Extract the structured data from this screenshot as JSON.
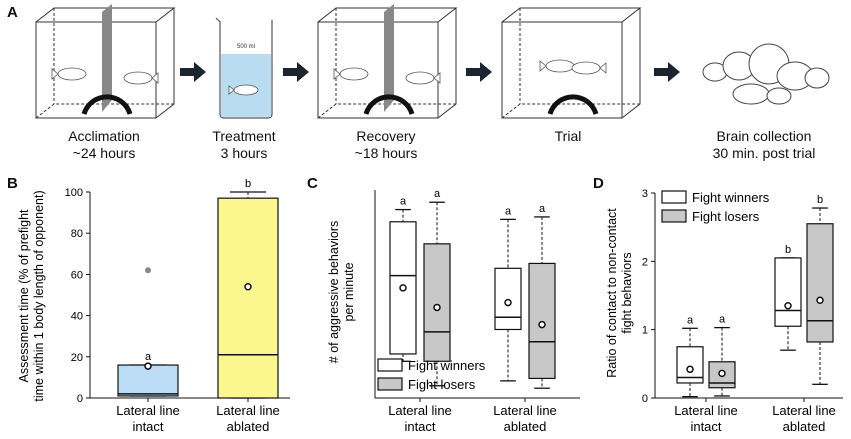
{
  "figure": {
    "panels": {
      "a": "A",
      "b": "B",
      "c": "C",
      "d": "D"
    },
    "workflow_steps": [
      {
        "label": "Acclimation",
        "duration": "~24 hours"
      },
      {
        "label": "Treatment",
        "duration": "3 hours"
      },
      {
        "label": "Recovery",
        "duration": "~18 hours"
      },
      {
        "label": "Trial",
        "duration": ""
      },
      {
        "label": "Brain collection",
        "duration": "30 min. post trial"
      }
    ],
    "beaker_label": "500 ml",
    "arrow_icon": "right-arrow-icon",
    "colors": {
      "arrow": "#1a2530",
      "water": "#b9dcf0",
      "intact_b": "#bcdcf5",
      "ablated_b": "#fbf78e",
      "losers": "#c8c8c8",
      "winners": "#ffffff"
    }
  },
  "chart_data": [
    {
      "id": "B",
      "type": "box",
      "ylabel": "Assessment time (% of prefight time within 1 body length of opponent)",
      "ylabel_lines": [
        "Assessment time (% of prefight",
        "time within 1 body length of opponent)"
      ],
      "ylim": [
        0,
        100
      ],
      "yticks": [
        "0",
        "20",
        "40",
        "60",
        "80",
        "100"
      ],
      "categories": [
        [
          "Lateral line",
          "intact"
        ],
        [
          "Lateral line",
          "ablated"
        ]
      ],
      "boxes": [
        {
          "q1": 1,
          "median": 2,
          "q3": 16,
          "whisker_low": 1,
          "whisker_high": 16,
          "mean": 15.5,
          "outliers": [
            62
          ],
          "sig": "a",
          "color": "#bcdcf5"
        },
        {
          "q1": 0,
          "median": 21,
          "q3": 97,
          "whisker_low": 0,
          "whisker_high": 100,
          "mean": 54,
          "outliers": [],
          "sig": "b",
          "color": "#fbf78e"
        }
      ]
    },
    {
      "id": "C",
      "type": "box",
      "ylabel_lines": [
        "# of aggressive behaviors",
        "per minute"
      ],
      "ylim": [
        2.5,
        11
      ],
      "categories": [
        [
          "Lateral line",
          "intact"
        ],
        [
          "Lateral line",
          "ablated"
        ]
      ],
      "legend": [
        "Fight winners",
        "Fight losers"
      ],
      "groups": [
        [
          {
            "series": "Fight winners",
            "q1": 4.3,
            "median": 7.5,
            "q3": 9.7,
            "whisker_low": 4.0,
            "whisker_high": 10.2,
            "mean": 7.0,
            "sig": "a"
          },
          {
            "series": "Fight losers",
            "q1": 4.0,
            "median": 5.2,
            "q3": 8.8,
            "whisker_low": 3.0,
            "whisker_high": 10.5,
            "mean": 6.2,
            "sig": "a"
          }
        ],
        [
          {
            "series": "Fight winners",
            "q1": 5.3,
            "median": 5.8,
            "q3": 7.8,
            "whisker_low": 3.2,
            "whisker_high": 9.8,
            "mean": 6.4,
            "sig": "a"
          },
          {
            "series": "Fight losers",
            "q1": 3.3,
            "median": 4.8,
            "q3": 8.0,
            "whisker_low": 2.9,
            "whisker_high": 9.9,
            "mean": 5.5,
            "sig": "a"
          }
        ]
      ]
    },
    {
      "id": "D",
      "type": "box",
      "ylabel_lines": [
        "Ratio of contact to non-contact",
        "fight behaviors"
      ],
      "ylim": [
        0,
        3
      ],
      "yticks": [
        "0",
        "1",
        "2",
        "3"
      ],
      "categories": [
        [
          "Lateral line",
          "intact"
        ],
        [
          "Lateral line",
          "ablated"
        ]
      ],
      "legend": [
        "Fight winners",
        "Fight losers"
      ],
      "groups": [
        [
          {
            "series": "Fight winners",
            "q1": 0.22,
            "median": 0.3,
            "q3": 0.75,
            "whisker_low": 0.02,
            "whisker_high": 1.02,
            "mean": 0.42,
            "sig": "a"
          },
          {
            "series": "Fight losers",
            "q1": 0.15,
            "median": 0.22,
            "q3": 0.53,
            "whisker_low": 0.03,
            "whisker_high": 1.03,
            "mean": 0.36,
            "sig": "a"
          }
        ],
        [
          {
            "series": "Fight winners",
            "q1": 1.05,
            "median": 1.28,
            "q3": 2.05,
            "whisker_low": 0.7,
            "whisker_high": 2.05,
            "mean": 1.35,
            "sig": "b"
          },
          {
            "series": "Fight losers",
            "q1": 0.82,
            "median": 1.13,
            "q3": 2.55,
            "whisker_low": 0.2,
            "whisker_high": 2.78,
            "mean": 1.43,
            "sig": "b"
          }
        ]
      ]
    }
  ]
}
